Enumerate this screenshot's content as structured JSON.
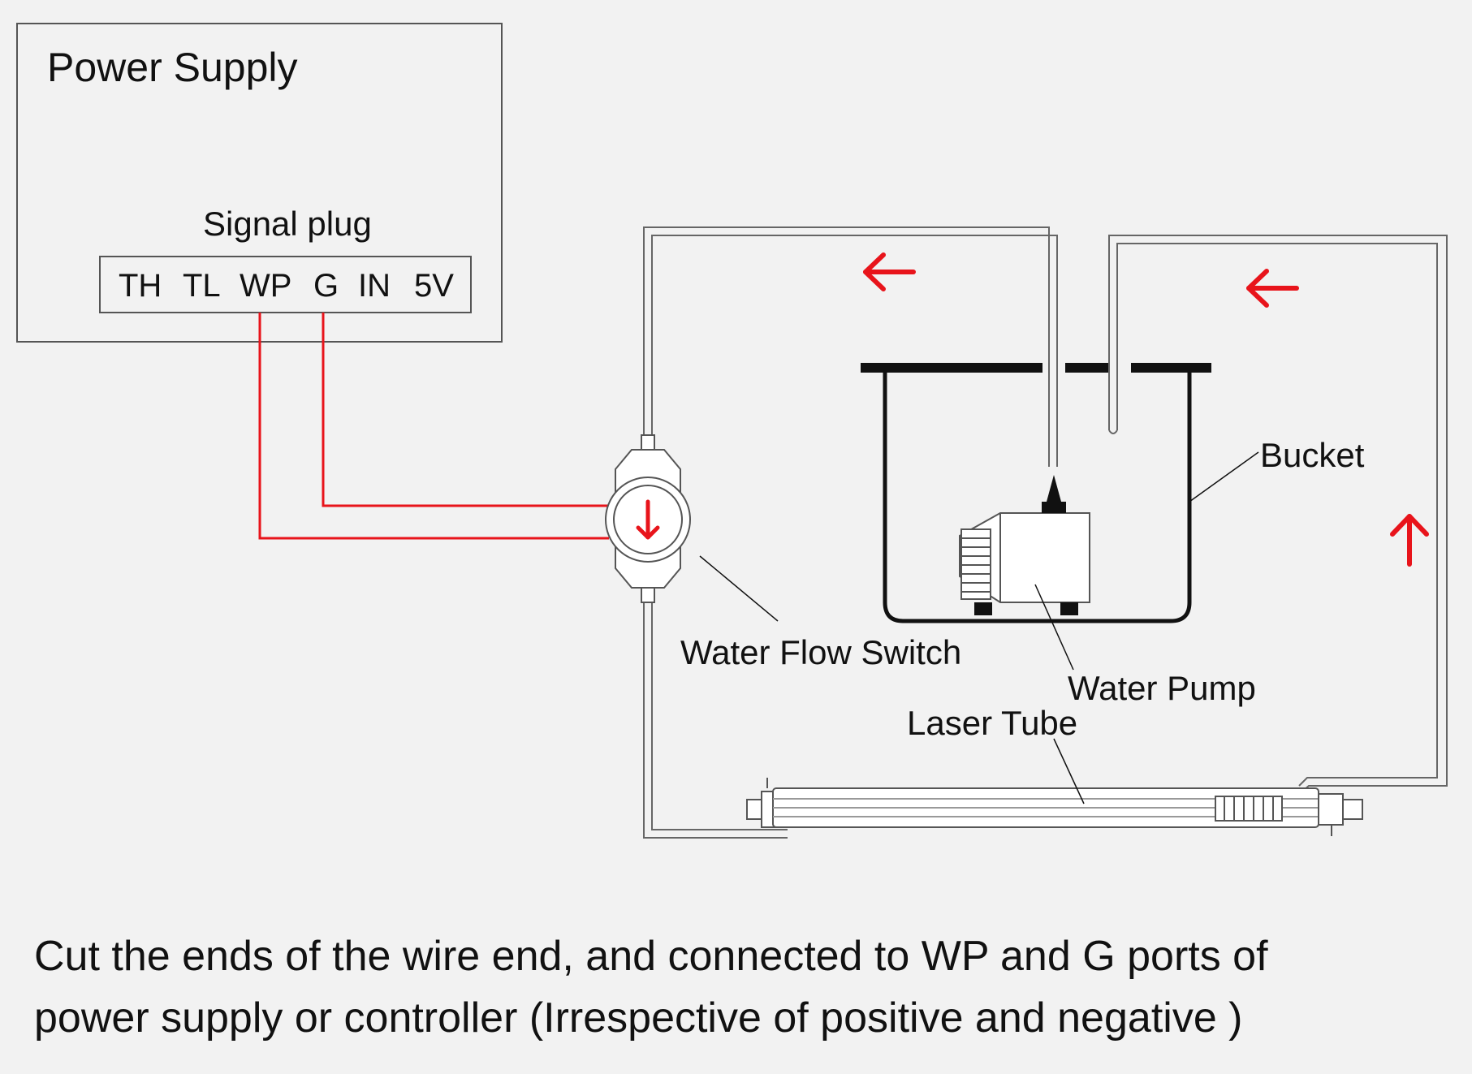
{
  "power_supply": {
    "title": "Power Supply",
    "signal_plug_label": "Signal plug",
    "terminals": [
      "TH",
      "TL",
      "WP",
      "G",
      "IN",
      "5V"
    ]
  },
  "components": {
    "water_flow_switch": "Water Flow Switch",
    "bucket": "Bucket",
    "water_pump": "Water Pump",
    "laser_tube": "Laser Tube"
  },
  "caption": {
    "line1": "Cut the ends of the wire end,   and connected to WP and G ports of",
    "line2": "power supply or controller (Irrespective of positive and negative )"
  },
  "colors": {
    "wire": "#e8141b",
    "arrow": "#e8141b",
    "outline": "#111111",
    "pipe": "#666666",
    "background": "#f2f2f2"
  }
}
